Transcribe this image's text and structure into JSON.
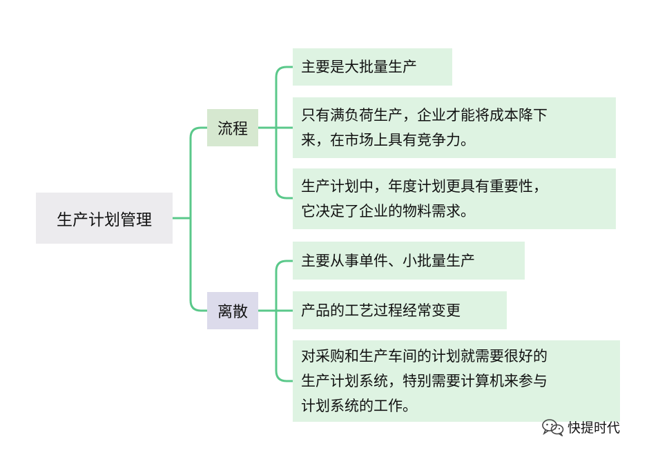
{
  "root": {
    "label": "生产计划管理"
  },
  "branches": [
    {
      "label": "流程",
      "leaves": [
        {
          "lines": [
            "主要是大批量生产"
          ]
        },
        {
          "lines": [
            "只有满负荷生产，企业才能将成本降下",
            "来，在市场上具有竞争力。"
          ]
        },
        {
          "lines": [
            "生产计划中，年度计划更具有重要性，",
            "它决定了企业的物料需求。"
          ]
        }
      ]
    },
    {
      "label": "离散",
      "leaves": [
        {
          "lines": [
            "主要从事单件、小批量生产"
          ]
        },
        {
          "lines": [
            "产品的工艺过程经常变更"
          ]
        },
        {
          "lines": [
            "对采购和生产车间的计划就需要很好的",
            "生产计划系统，特别需要计算机来参与",
            "计划系统的工作。"
          ]
        }
      ]
    }
  ],
  "colors": {
    "connector": "#5ac88a",
    "root_bg": "#ecebee",
    "branch1_bg": "#d6e8d0",
    "branch2_bg": "#dcdbeb",
    "leaf_bg": "#def3e2"
  },
  "watermark": {
    "icon": "wechat-icon",
    "text": "快提时代"
  }
}
